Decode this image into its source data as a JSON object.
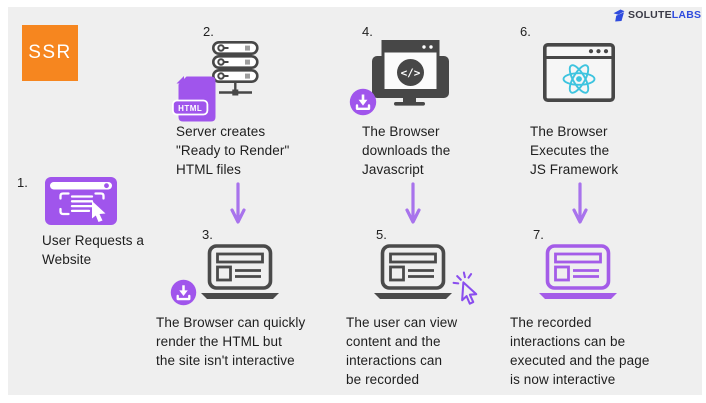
{
  "page": {
    "background": "#ffffff",
    "panel_background": "#efefef"
  },
  "brand": {
    "badge_label": "SSR",
    "badge_color": "#F6861F",
    "logo_primary": "SOLUTE",
    "logo_accent": "LABS",
    "logo_accent_color": "#2F4BDE"
  },
  "palette": {
    "purple": "#A055EC",
    "arrow_purple": "#A873EC",
    "icon_dark": "#474747",
    "react_cyan": "#3EC4DF",
    "text_color": "#1E1E1E"
  },
  "icons": {
    "html_label": "HTML",
    "code_glyph": "</>"
  },
  "steps": [
    {
      "number": "1.",
      "icon": "browser-request-icon",
      "caption": "User Requests a\nWebsite"
    },
    {
      "number": "2.",
      "icon": "server-stack-icon + html-file-icon",
      "caption": "Server creates\n\"Ready to Render\"\nHTML files"
    },
    {
      "number": "3.",
      "icon": "laptop-icon + download-icon",
      "caption": "The Browser can quickly\nrender the HTML but\nthe site isn't interactive"
    },
    {
      "number": "4.",
      "icon": "monitor-code-icon + download-icon",
      "caption": "The Browser\ndownloads the\nJavascript"
    },
    {
      "number": "5.",
      "icon": "laptop-icon + click-cursor-icon",
      "caption": "The user can view\ncontent and the\ninteractions can\nbe recorded"
    },
    {
      "number": "6.",
      "icon": "browser-react-icon",
      "caption": "The Browser\nExecutes the\nJS Framework"
    },
    {
      "number": "7.",
      "icon": "laptop-purple-icon",
      "caption": "The recorded\ninteractions can be\nexecuted and the page\nis now interactive"
    }
  ],
  "arrows": [
    "step2-to-step3",
    "step4-to-step5",
    "step6-to-step7"
  ]
}
